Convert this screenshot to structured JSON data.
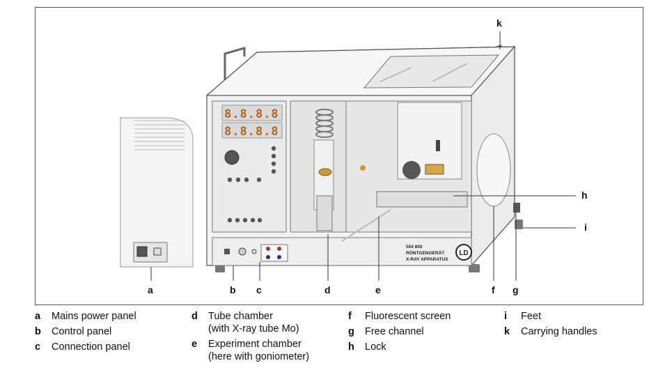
{
  "callouts": {
    "a": "a",
    "b": "b",
    "c": "c",
    "d": "d",
    "e": "e",
    "f": "f",
    "g": "g",
    "h": "h",
    "i": "i",
    "k": "k"
  },
  "device_text": {
    "model": "554 800",
    "name_de": "RÖNTGENGERÄT",
    "name_en": "X-RAY APPARATUS",
    "logo": "LD"
  },
  "legend": [
    [
      {
        "key": "a",
        "text": "Mains power panel"
      },
      {
        "key": "b",
        "text": "Control panel"
      },
      {
        "key": "c",
        "text": "Connection panel"
      }
    ],
    [
      {
        "key": "d",
        "text": "Tube chamber\n(with X-ray tube Mo)"
      },
      {
        "key": "e",
        "text": "Experiment chamber\n(here with goniometer)"
      }
    ],
    [
      {
        "key": "f",
        "text": "Fluorescent screen"
      },
      {
        "key": "g",
        "text": "Free channel"
      },
      {
        "key": "h",
        "text": "Lock"
      }
    ],
    [
      {
        "key": "i",
        "text": "Feet"
      },
      {
        "key": "k",
        "text": "Carrying handles"
      }
    ]
  ],
  "colors": {
    "casing": "#f2f2f2",
    "outline": "#555555",
    "panel": "#e9e9e9",
    "display_digits": "#b5651d",
    "display_bg": "#d9d9d9"
  }
}
